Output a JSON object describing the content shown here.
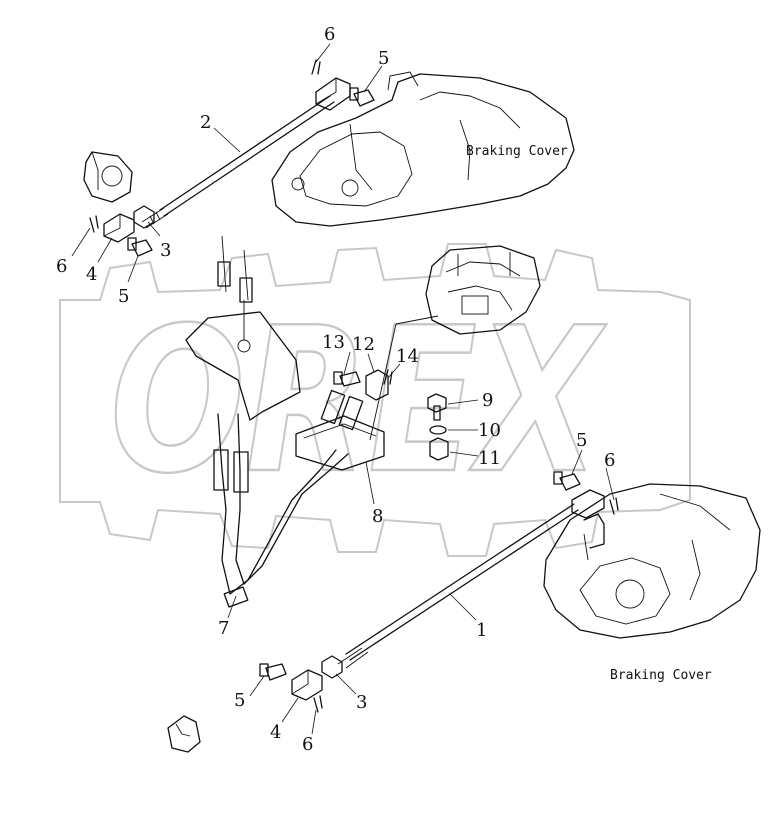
{
  "diagram": {
    "labels": {
      "braking_cover_top": "Braking Cover",
      "braking_cover_bottom": "Braking Cover"
    },
    "callouts": [
      {
        "id": "c-6-top",
        "text": "6"
      },
      {
        "id": "c-5-top",
        "text": "5"
      },
      {
        "id": "c-2",
        "text": "2"
      },
      {
        "id": "c-3-left",
        "text": "3"
      },
      {
        "id": "c-6-left",
        "text": "6"
      },
      {
        "id": "c-4-left",
        "text": "4"
      },
      {
        "id": "c-5-left",
        "text": "5"
      },
      {
        "id": "c-13",
        "text": "13"
      },
      {
        "id": "c-12",
        "text": "12"
      },
      {
        "id": "c-14",
        "text": "14"
      },
      {
        "id": "c-9",
        "text": "9"
      },
      {
        "id": "c-10",
        "text": "10"
      },
      {
        "id": "c-11",
        "text": "11"
      },
      {
        "id": "c-8",
        "text": "8"
      },
      {
        "id": "c-5-right",
        "text": "5"
      },
      {
        "id": "c-6-right",
        "text": "6"
      },
      {
        "id": "c-7",
        "text": "7"
      },
      {
        "id": "c-1",
        "text": "1"
      },
      {
        "id": "c-5-bottom",
        "text": "5"
      },
      {
        "id": "c-3-bottom",
        "text": "3"
      },
      {
        "id": "c-4-bottom",
        "text": "4"
      },
      {
        "id": "c-6-bottom",
        "text": "6"
      }
    ],
    "watermark": {
      "text": "OREX",
      "color": "#c8c8c8"
    }
  }
}
